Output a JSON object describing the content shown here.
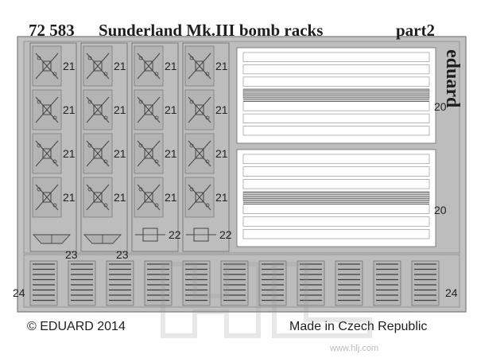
{
  "title": {
    "number": "72 583",
    "text": "Sunderland Mk.III bomb racks",
    "part": "part2"
  },
  "brand": "eduard",
  "footer": {
    "copyright": "© EDUARD 2014",
    "made_in": "Made in Czech Republic"
  },
  "part_numbers": {
    "rack_a": "21",
    "rack_b": "22",
    "rack_c": "23",
    "strip": "24",
    "plate": "20"
  },
  "watermark": {
    "url": "www.hlj.com"
  },
  "colors": {
    "metal": "#bdbdbd",
    "etch_line": "#6a6a6a",
    "background": "#ffffff"
  }
}
